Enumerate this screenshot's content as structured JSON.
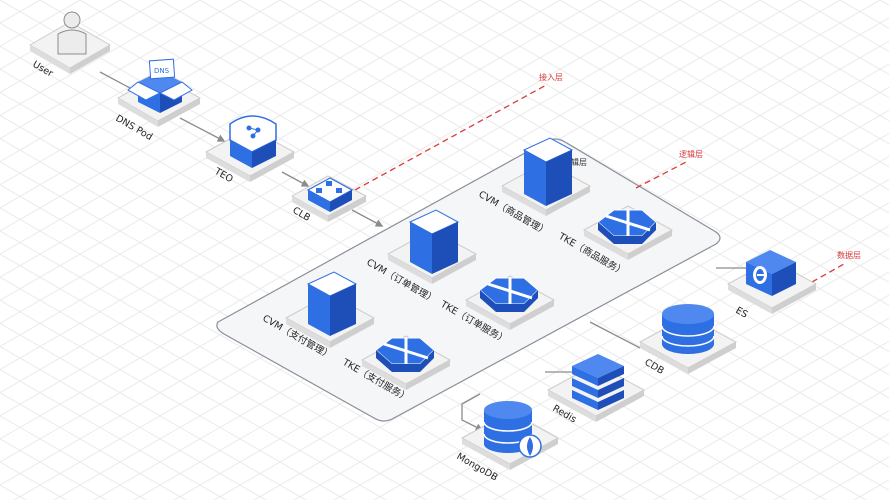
{
  "nodes": {
    "user": "User",
    "dns": "DNS Pod",
    "dns_box_text": "DNS",
    "teo": "TEO",
    "clb": "CLB",
    "cvm_goods": "CVM（商品管理）",
    "tke_goods": "TKE（商品服务）",
    "cvm_order": "CVM（订单管理）",
    "tke_order": "TKE（订单服务）",
    "cvm_pay": "CVM（支付管理）",
    "tke_pay": "TKE（支付服务）",
    "es": "ES",
    "cdb": "CDB",
    "redis": "Redis",
    "mongodb": "MongoDB"
  },
  "tiers": {
    "access": "接入层",
    "logic_red": "逻辑层",
    "logic_group": "逻辑层",
    "data": "数据层"
  },
  "colors": {
    "accent": "#2f6fe4",
    "accent_dark": "#1e4fb8",
    "accent_light": "#4f89f0",
    "tier_line": "#d93a3a",
    "grid": "#e6e6e6",
    "pedestal_top": "#f3f3f3",
    "pedestal_side": "#d8d8d8",
    "connector": "#8c8c8c"
  },
  "icons": {
    "user": "user-icon",
    "dns": "dns-box-icon",
    "teo": "teo-shield-icon",
    "clb": "load-balancer-icon",
    "cvm": "server-tower-icon",
    "tke": "container-cluster-icon",
    "es": "elasticsearch-icon",
    "cdb": "database-cylinder-icon",
    "redis": "redis-stack-icon",
    "mongodb": "mongodb-icon"
  }
}
